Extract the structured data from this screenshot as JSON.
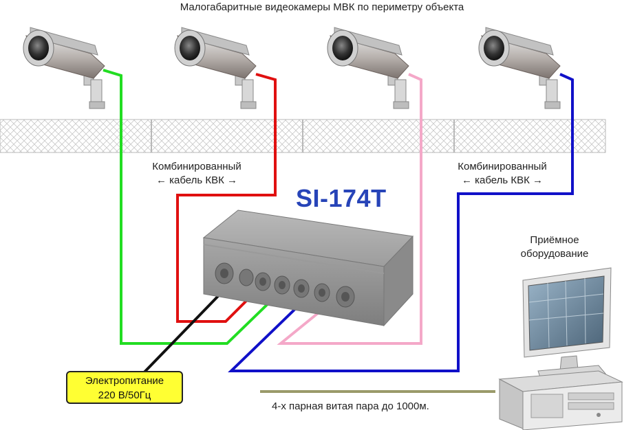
{
  "header": {
    "title": "Малогабаритные видеокамеры МВК по периметру объекта"
  },
  "cable_labels": {
    "left": {
      "line1": "Комбинированный",
      "line2": "←  кабель КВК  →"
    },
    "right": {
      "line1": "Комбинированный",
      "line2": "←  кабель КВК  →"
    }
  },
  "device": {
    "model": "SI-174T"
  },
  "receiver": {
    "line1": "Приёмное",
    "line2": "оборудование"
  },
  "power": {
    "line1": "Электропитание",
    "line2": "220 В/50Гц"
  },
  "twisted_pair": {
    "label": "4-х парная витая пара до 1000м."
  },
  "colors": {
    "cable_green": "#22dd22",
    "cable_red": "#e01010",
    "cable_pink": "#f4a8c8",
    "cable_blue": "#1010c8",
    "cable_power": "#111111",
    "cable_twisted": "#9a9a6a",
    "model_text": "#2744b8",
    "power_box": "#ffff33"
  },
  "icons": [
    "camera-icon",
    "fence-icon",
    "junction-box-icon",
    "monitor-icon",
    "computer-case-icon"
  ]
}
